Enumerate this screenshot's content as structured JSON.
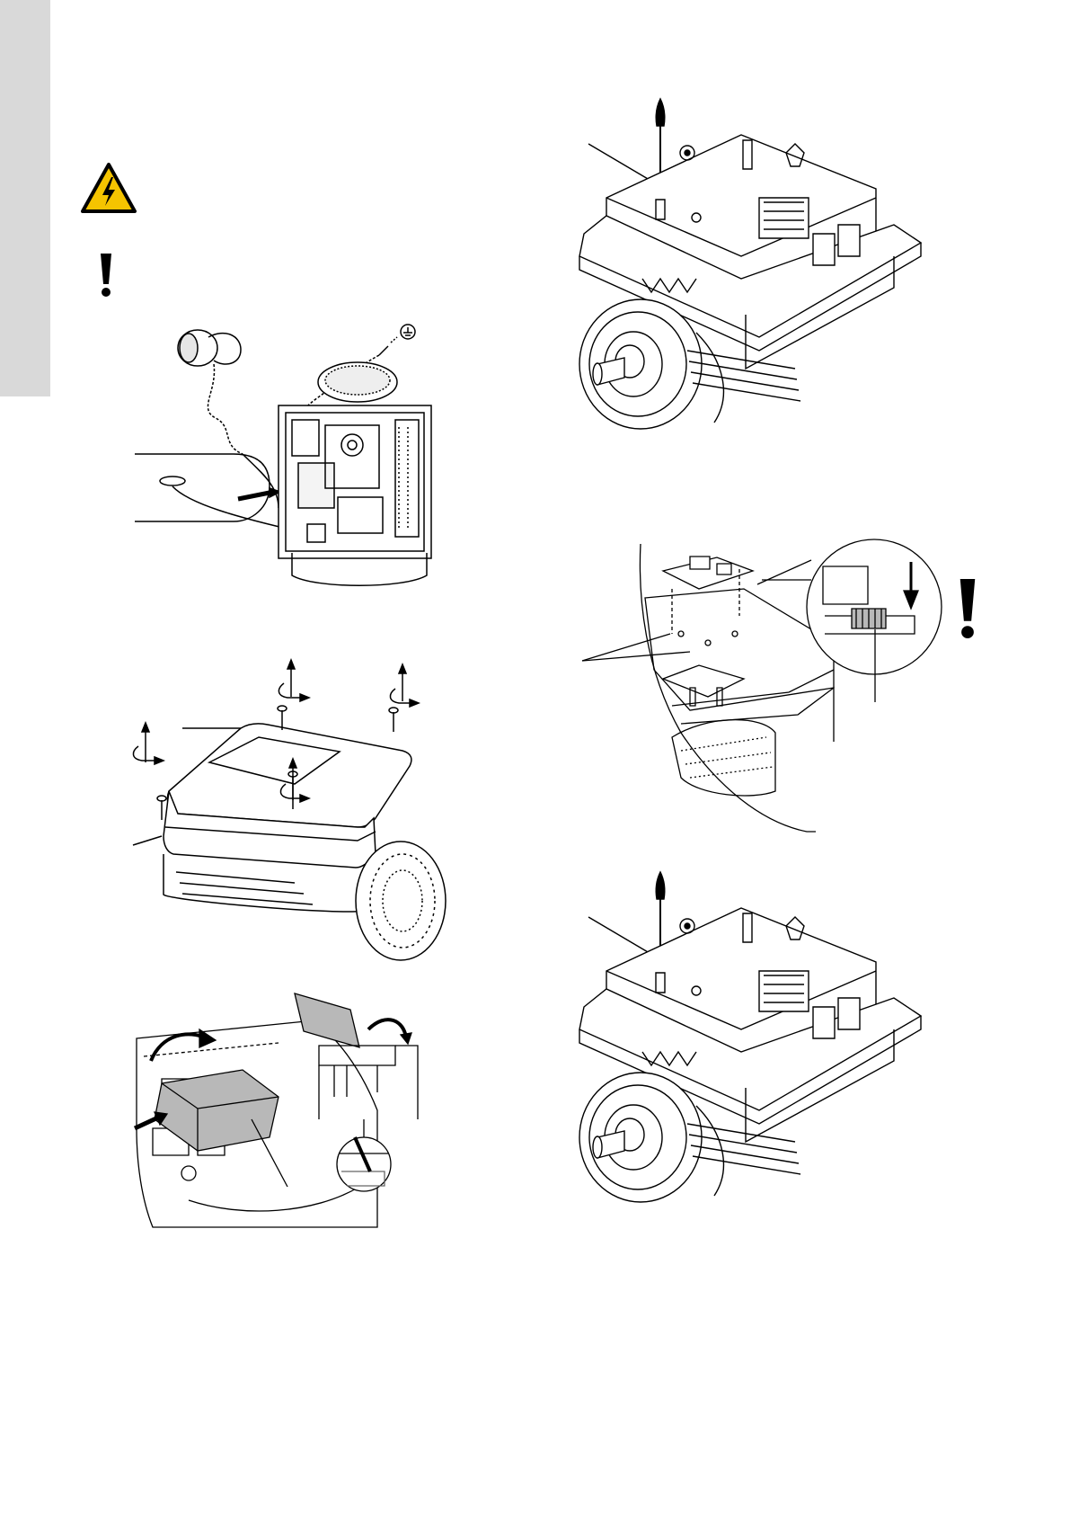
{
  "page": {
    "side_tab_color": "#d9d9d9",
    "accent_warning": "#f5c400"
  },
  "icons": {
    "warning": "electrical-hazard-warning-icon",
    "caution_1": "caution-exclamation-icon",
    "caution_2": "caution-exclamation-icon"
  },
  "figures": [
    "esd-wrist-strap-and-ground-cable-figure",
    "cover-screws-removal-figure",
    "shield-cover-removal-figure",
    "terminal-box-screwdriver-figure-1",
    "functional-module-insertion-figure",
    "terminal-box-screwdriver-figure-2"
  ]
}
